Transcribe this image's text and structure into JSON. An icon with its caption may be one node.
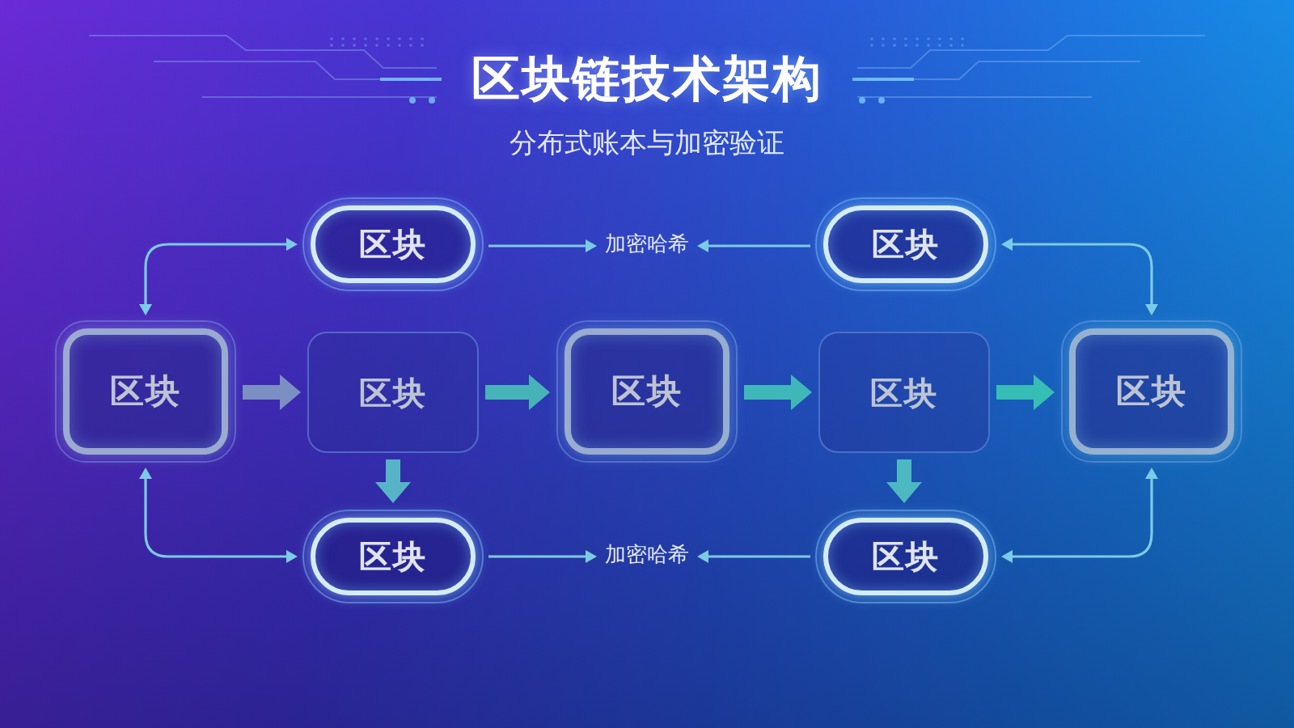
{
  "diagram": {
    "title": "区块链技术架构",
    "nodes": [
      {
        "text": [
          "区块"
        ]
      },
      {
        "text": [
          "加密哈希"
        ]
      },
      {
        "text": [
          "区块"
        ]
      },
      {
        "text": [
          "区块"
        ]
      },
      {
        "text": [
          "区块"
        ]
      },
      {
        "text": [
          "区块"
        ]
      },
      {
        "text": [
          "区块"
        ]
      },
      {
        "text": [
          "区块"
        ]
      },
      {
        "text": [
          "区块"
        ]
      },
      {
        "text": [
          "加密哈希"
        ]
      },
      {
        "text": [
          "区块"
        ]
      }
    ],
    "edges": [
      {
        "from": 3,
        "to": 0,
        "arrow": "both"
      },
      {
        "from": 0,
        "to": 1,
        "arrow": "to"
      },
      {
        "from": 2,
        "to": 1,
        "arrow": "to"
      },
      {
        "from": 7,
        "to": 2,
        "arrow": "both"
      },
      {
        "from": 3,
        "to": 4,
        "arrow": "to",
        "style": "thick",
        "color": "#7b8fc2"
      },
      {
        "from": 4,
        "to": 5,
        "arrow": "to",
        "style": "thick",
        "color": "#46b3b9"
      },
      {
        "from": 5,
        "to": 6,
        "arrow": "to",
        "style": "thick",
        "color": "#3fb7b8"
      },
      {
        "from": 6,
        "to": 7,
        "arrow": "to",
        "style": "thick",
        "color": "#36bdb5"
      },
      {
        "from": 4,
        "to": 8,
        "arrow": "to",
        "style": "thick",
        "color": "#56b4c6"
      },
      {
        "from": 6,
        "to": 10,
        "arrow": "to",
        "style": "thick",
        "color": "#4cb8c2"
      },
      {
        "from": 3,
        "to": 8,
        "arrow": "both"
      },
      {
        "from": 8,
        "to": 9,
        "arrow": "to"
      },
      {
        "from": 10,
        "to": 9,
        "arrow": "to"
      },
      {
        "from": 7,
        "to": 10,
        "arrow": "both"
      }
    ],
    "labels": [
      "分布式账本与加密验证"
    ]
  }
}
